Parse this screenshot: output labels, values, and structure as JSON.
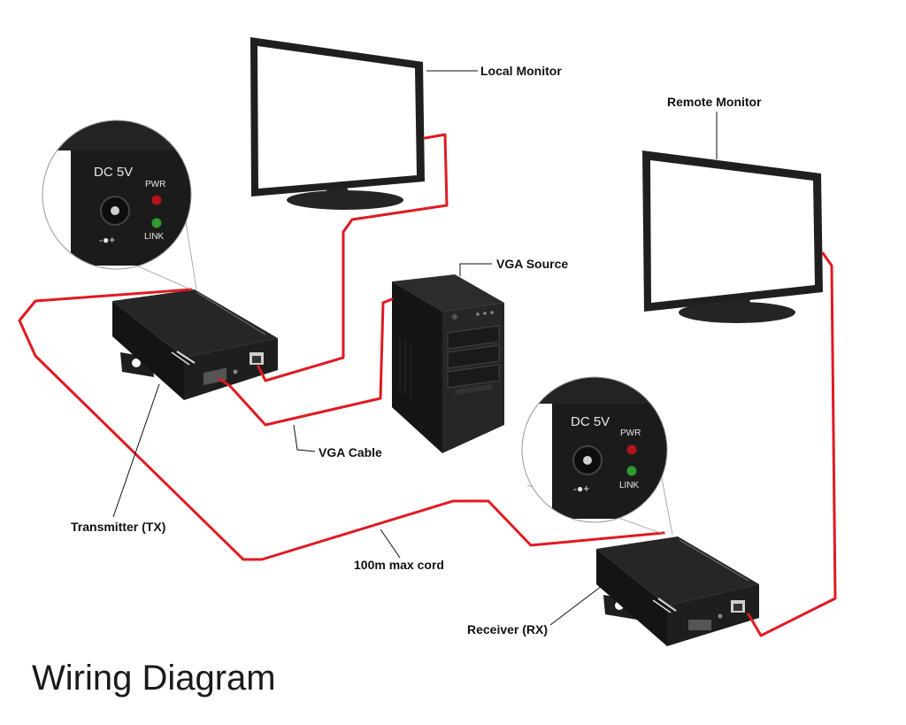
{
  "title": "Wiring Diagram",
  "labels": {
    "local_monitor": "Local Monitor",
    "remote_monitor": "Remote Monitor",
    "vga_source": "VGA Source",
    "vga_cable": "VGA Cable",
    "transmitter": "Transmitter (TX)",
    "cord": "100m max cord",
    "receiver": "Receiver (RX)"
  },
  "zoom_tx": {
    "dc": "DC 5V",
    "pwr": "PWR",
    "link": "LINK",
    "polarity": "-●+"
  },
  "zoom_rx": {
    "dc": "DC 5V",
    "pwr": "PWR",
    "link": "LINK",
    "polarity": "-●+"
  },
  "colors": {
    "cable": "#e01a22",
    "device": "#1c1c1c",
    "screen": "#ffffff",
    "pwr_led": "#b3141b",
    "link_led": "#2f9a2f"
  }
}
